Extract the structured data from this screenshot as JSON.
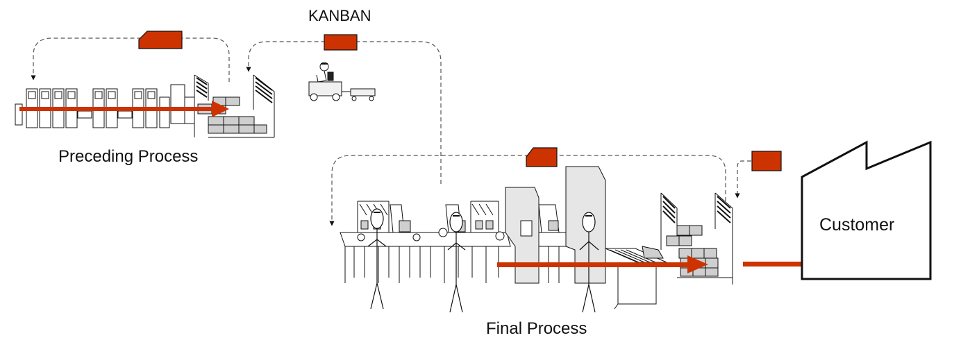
{
  "labels": {
    "kanban": "KANBAN",
    "preceding_process": "Preceding Process",
    "final_process": "Final Process",
    "customer": "Customer"
  },
  "colors": {
    "kanban_card": "#cc3300",
    "flow_arrow": "#cc3300",
    "machine_fill": "#e6e6e6",
    "box_fill": "#cfcfcf",
    "line": "#111111"
  },
  "icons": {
    "kanban_card": "rectangle-card-icon",
    "kanban_card_cut": "cut-corner-card-icon",
    "forklift": "tow-tractor-icon",
    "worker": "stick-figure-icon",
    "factory": "factory-building-icon"
  }
}
